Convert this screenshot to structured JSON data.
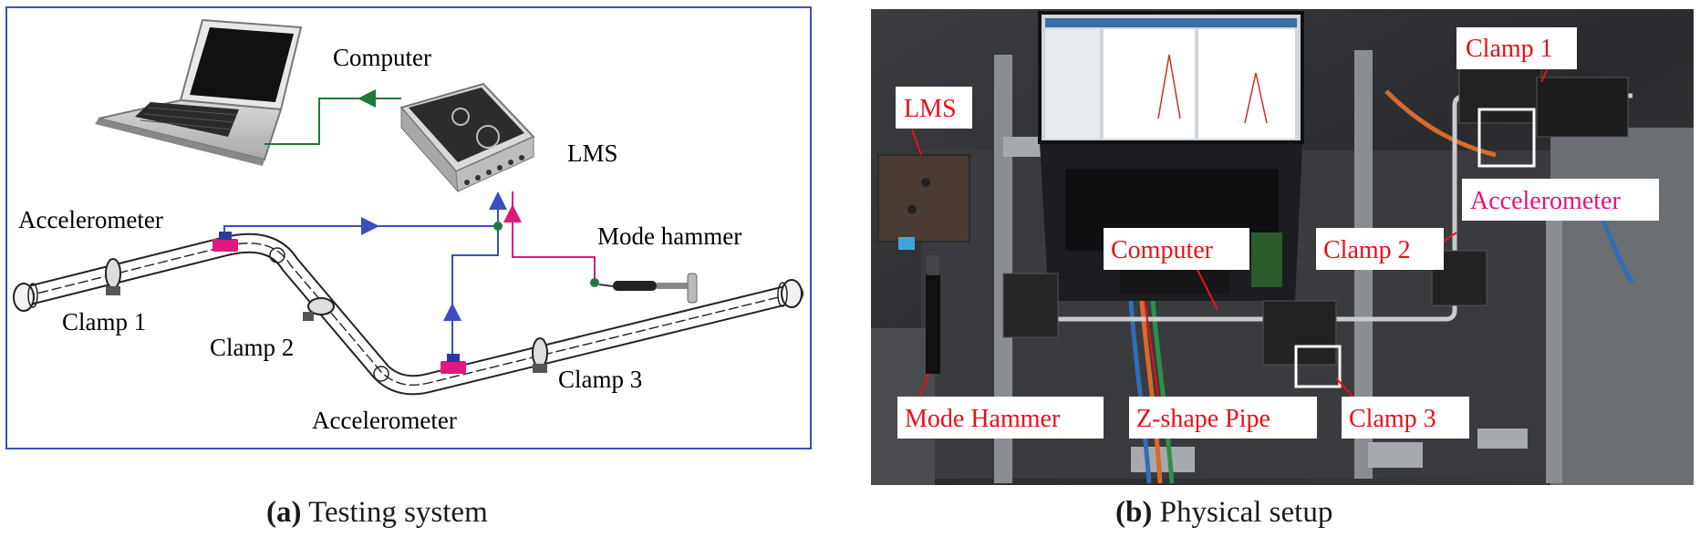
{
  "panel_a": {
    "labels": {
      "computer": "Computer",
      "lms": "LMS",
      "accelerometer_top": "Accelerometer",
      "mode_hammer": "Mode hammer",
      "clamp1": "Clamp 1",
      "clamp2": "Clamp 2",
      "clamp3": "Clamp 3",
      "accelerometer_bottom": "Accelerometer"
    },
    "colors": {
      "frame": "#3b4fbf",
      "signal_line": "#3a4fbf",
      "computer_link": "#1e7a3a",
      "hammer_link": "#e01a7a",
      "sensor": "#e0197e",
      "sensor_cap": "#2b3a9a"
    }
  },
  "panel_b": {
    "labels": {
      "lms": "LMS",
      "clamp1": "Clamp 1",
      "accelerometer": "Accelerometer",
      "computer": "Computer",
      "clamp2": "Clamp 2",
      "mode_hammer": "Mode Hammer",
      "z_pipe": "Z-shape Pipe",
      "clamp3": "Clamp 3"
    },
    "colors": {
      "label_red": "#e8101a",
      "label_magenta": "#e8107a"
    }
  },
  "captions": {
    "a_tag": "(a)",
    "a_text": " Testing system",
    "b_tag": "(b)",
    "b_text": " Physical setup"
  }
}
